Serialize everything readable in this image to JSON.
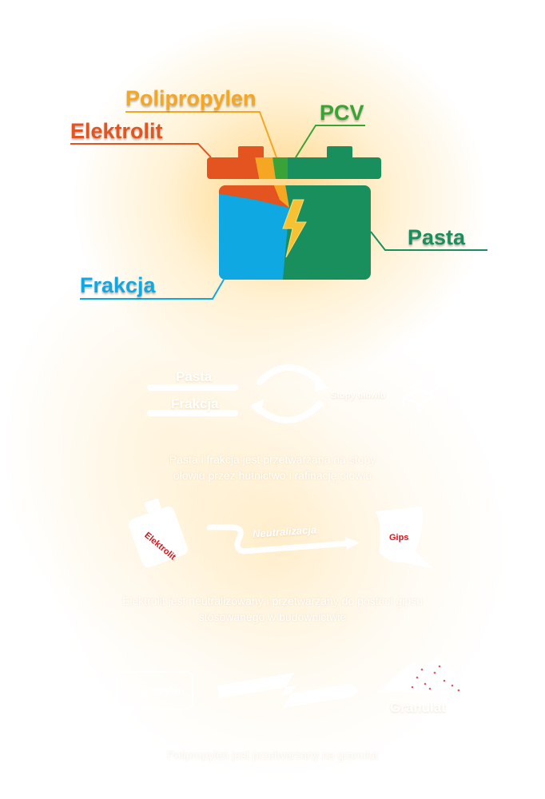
{
  "battery": {
    "labels": {
      "polipropylen": "Polipropylen",
      "pcv": "PCV",
      "elektrolit": "Elektrolit",
      "pasta": "Pasta",
      "frakcja": "Frakcja"
    },
    "colors": {
      "elektrolit": "#e35420",
      "polipropylen": "#f5a623",
      "pcv": "#3aa338",
      "pasta": "#1a8f5e",
      "frakcja": "#10a8e2",
      "bolt": "#f6c233"
    }
  },
  "section1": {
    "input_top": "Pasta",
    "input_bottom": "Frakcja",
    "output": "Stopy ołowiu",
    "description_line1": "Pasta i frakcja jest przetwarzana na stopy",
    "description_line2": "ołowiu przez hutnictwo i rafinację ołowiu"
  },
  "section2": {
    "canister": "Elektrolit",
    "process": "Neutralizacja",
    "output": "Gips",
    "description_line1": "Elektrolit jest neutralizowany i przetwarzany do postaci gipsu",
    "description_line2": "stosowanego w budownictwie"
  },
  "section3": {
    "input": "Polipropylen",
    "output": "Granulat",
    "description_line1": "Polipropylen jest przetwarzany na granulat"
  }
}
